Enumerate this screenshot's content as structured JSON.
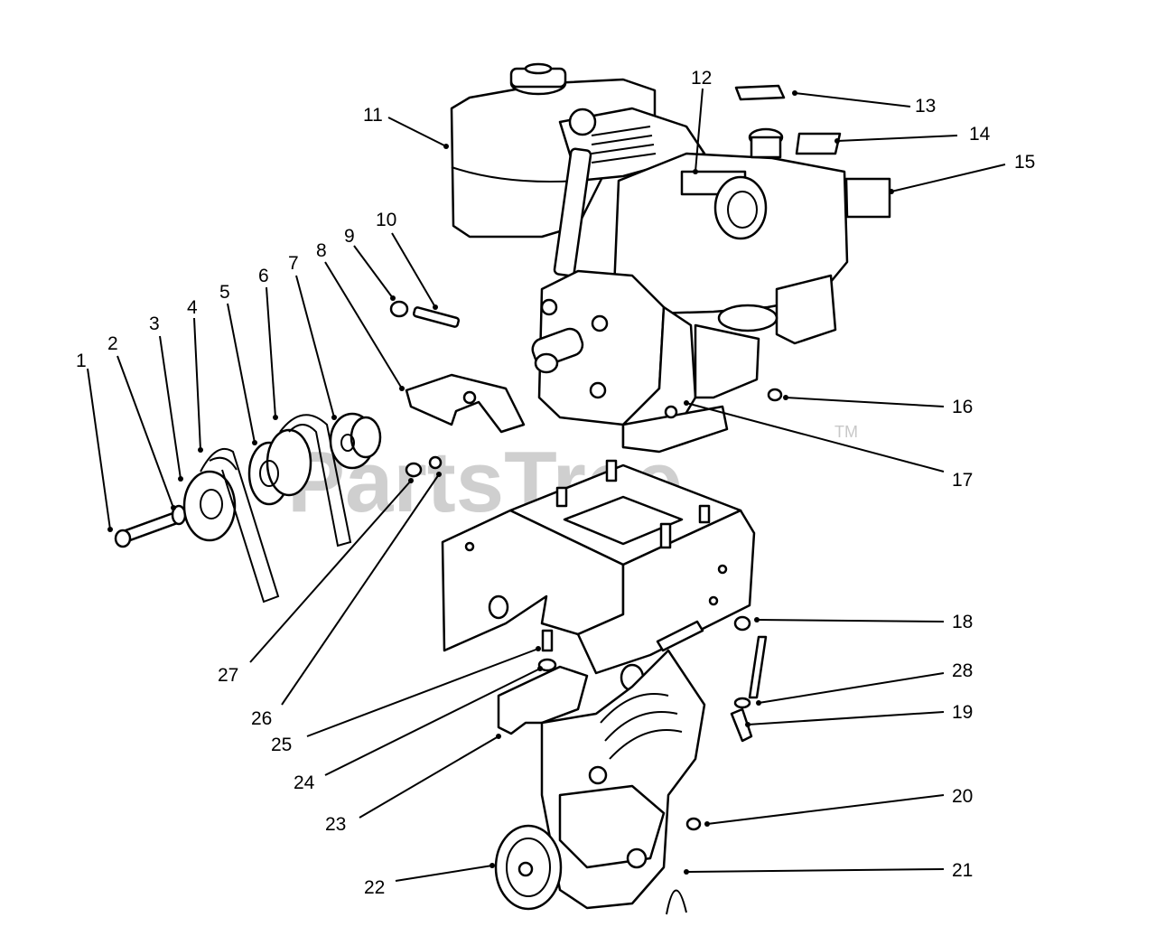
{
  "watermark": {
    "brand": "PartsTree",
    "trademark": "TM"
  },
  "callouts": [
    {
      "id": "c1",
      "label": "1"
    },
    {
      "id": "c2",
      "label": "2"
    },
    {
      "id": "c3",
      "label": "3"
    },
    {
      "id": "c4",
      "label": "4"
    },
    {
      "id": "c5",
      "label": "5"
    },
    {
      "id": "c6",
      "label": "6"
    },
    {
      "id": "c7",
      "label": "7"
    },
    {
      "id": "c8",
      "label": "8"
    },
    {
      "id": "c9",
      "label": "9"
    },
    {
      "id": "c10",
      "label": "10"
    },
    {
      "id": "c11",
      "label": "11"
    },
    {
      "id": "c12",
      "label": "12"
    },
    {
      "id": "c13",
      "label": "13"
    },
    {
      "id": "c14",
      "label": "14"
    },
    {
      "id": "c15",
      "label": "15"
    },
    {
      "id": "c16",
      "label": "16"
    },
    {
      "id": "c17",
      "label": "17"
    },
    {
      "id": "c18",
      "label": "18"
    },
    {
      "id": "c19",
      "label": "19"
    },
    {
      "id": "c20",
      "label": "20"
    },
    {
      "id": "c21",
      "label": "21"
    },
    {
      "id": "c22",
      "label": "22"
    },
    {
      "id": "c23",
      "label": "23"
    },
    {
      "id": "c24",
      "label": "24"
    },
    {
      "id": "c25",
      "label": "25"
    },
    {
      "id": "c26",
      "label": "26"
    },
    {
      "id": "c27",
      "label": "27"
    },
    {
      "id": "c28",
      "label": "28"
    }
  ]
}
